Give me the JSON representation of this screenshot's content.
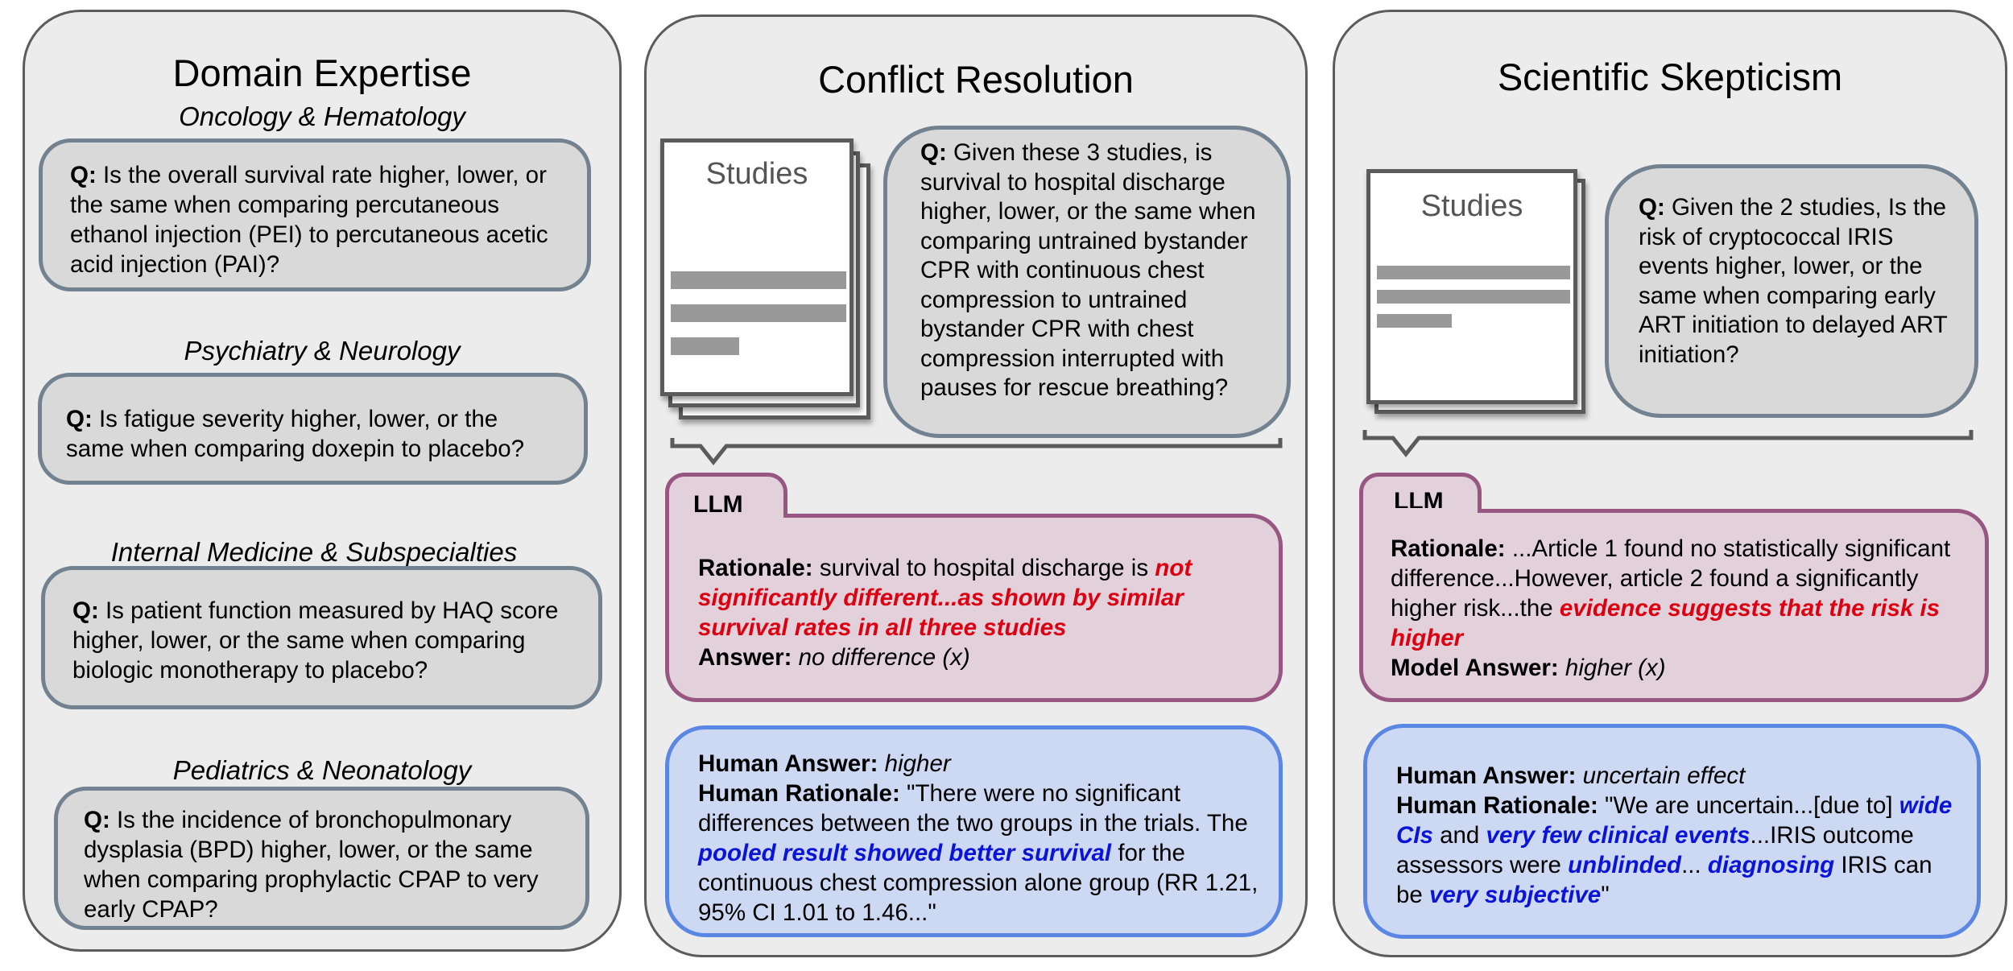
{
  "panels": {
    "domain_expertise": {
      "title": "Domain Expertise",
      "q_prefix": "Q:",
      "items": [
        {
          "category": "Oncology & Hematology",
          "question": "Is the overall survival rate higher, lower, or the same when comparing percutaneous ethanol injection (PEI) to percutaneous acetic acid injection (PAI)?"
        },
        {
          "category": "Psychiatry & Neurology",
          "question": "Is fatigue severity higher, lower, or the same when comparing doxepin to placebo?"
        },
        {
          "category": "Internal Medicine & Subspecialties",
          "question": "Is patient function measured by HAQ score higher, lower, or the same when comparing biologic monotherapy to placebo?"
        },
        {
          "category": "Pediatrics & Neonatology",
          "question": "Is the incidence of bronchopulmonary dysplasia (BPD) higher, lower, or the same when comparing prophylactic CPAP to very early CPAP?"
        }
      ]
    },
    "conflict_resolution": {
      "title": "Conflict Resolution",
      "studies_label": "Studies",
      "study_count": 3,
      "q_prefix": "Q:",
      "question": "Given these 3 studies, is survival to hospital discharge higher, lower, or the same when comparing untrained bystander CPR with continuous chest compression to untrained bystander CPR with chest compression interrupted with pauses for rescue breathing?",
      "llm": {
        "tab_label": "LLM",
        "rationale_label": "Rationale:",
        "rationale_plain": "survival to hospital discharge is",
        "rationale_highlight": "not significantly different...as shown by similar survival rates in all three studies",
        "answer_label": "Answer:",
        "answer_value": "no difference (x)"
      },
      "human": {
        "answer_label": "Human Answer:",
        "answer_value": "higher",
        "rationale_label": "Human Rationale:",
        "rationale_part1": "\"There were no significant differences between the two groups in the trials. The",
        "rationale_highlight": "pooled result showed better survival",
        "rationale_part2": "for the continuous chest compression alone group (RR 1.21, 95% CI 1.01 to 1.46...\""
      }
    },
    "scientific_skepticism": {
      "title": "Scientific Skepticism",
      "studies_label": "Studies",
      "study_count": 2,
      "q_prefix": "Q:",
      "question": "Given the 2 studies, Is the risk of cryptococcal IRIS events higher, lower, or the same when comparing early ART initiation to delayed ART initiation?",
      "llm": {
        "tab_label": "LLM",
        "rationale_label": "Rationale:",
        "rationale_plain": "...Article 1 found no statistically significant difference...However, article 2 found a significantly higher risk...the",
        "rationale_highlight": "evidence suggests that the risk is higher",
        "answer_label": "Model Answer:",
        "answer_value": "higher (x)"
      },
      "human": {
        "answer_label": "Human Answer:",
        "answer_value": "uncertain effect",
        "rationale_label": "Human Rationale:",
        "segments": [
          {
            "text": "\"We are uncertain...[due to] ",
            "style": "plain"
          },
          {
            "text": "wide CIs",
            "style": "highlight"
          },
          {
            "text": " and ",
            "style": "plain"
          },
          {
            "text": "very few clinical events",
            "style": "highlight"
          },
          {
            "text": "...IRIS outcome assessors were ",
            "style": "plain"
          },
          {
            "text": "unblinded",
            "style": "highlight"
          },
          {
            "text": "... ",
            "style": "plain"
          },
          {
            "text": "diagnosing",
            "style": "highlight"
          },
          {
            "text": " IRIS can be ",
            "style": "plain"
          },
          {
            "text": "very subjective",
            "style": "highlight"
          },
          {
            "text": "\"",
            "style": "plain"
          }
        ]
      }
    }
  },
  "colors": {
    "panel_bg": "#ececec",
    "question_box_bg": "#d9d9d9",
    "question_box_border": "#738290",
    "llm_bg": "#e2d1db",
    "llm_border": "#985682",
    "human_bg": "#cdd8f3",
    "human_border": "#5a86e4",
    "llm_highlight": "#dd0010",
    "human_highlight": "#0a14d8"
  }
}
